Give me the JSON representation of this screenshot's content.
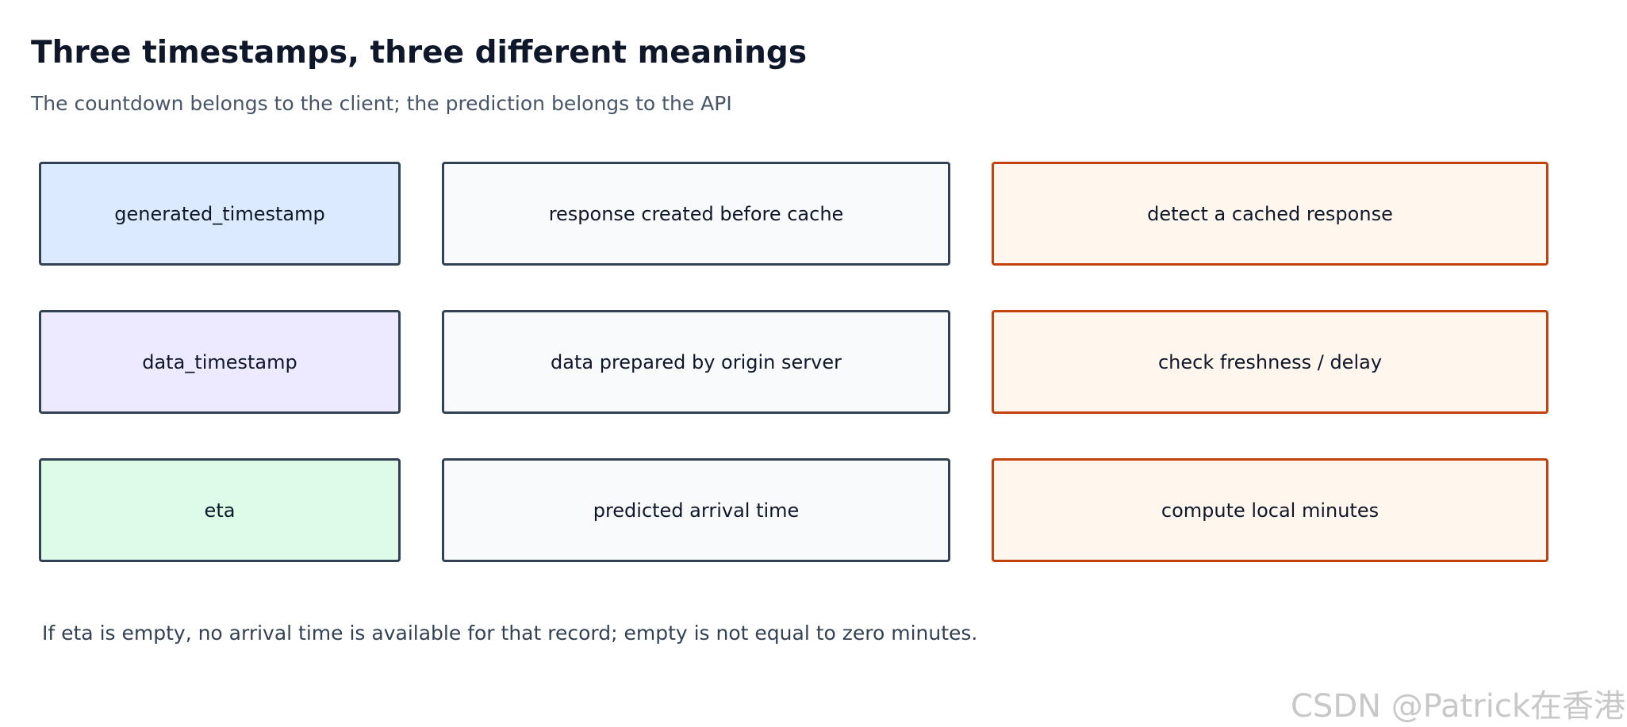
{
  "title": "Three timestamps, three different meanings",
  "subtitle": "The countdown belongs to the client; the prediction belongs to the API",
  "rows": [
    {
      "field": "generated_timestamp",
      "meaning": "response created before cache",
      "use": "detect a cached response",
      "field_color": "#dbeafe"
    },
    {
      "field": "data_timestamp",
      "meaning": "data prepared by origin server",
      "use": "check freshness / delay",
      "field_color": "#ede9fe"
    },
    {
      "field": "eta",
      "meaning": "predicted arrival time",
      "use": "compute local minutes",
      "field_color": "#dcfce7"
    }
  ],
  "note": "If eta is empty, no arrival time is available for that record; empty is not equal to zero minutes.",
  "watermark": "CSDN @Patrick在香港",
  "colors": {
    "box_border": "#334155",
    "use_border": "#c2410c",
    "use_fill": "#fff7ed",
    "meaning_fill": "#f8fafc"
  }
}
